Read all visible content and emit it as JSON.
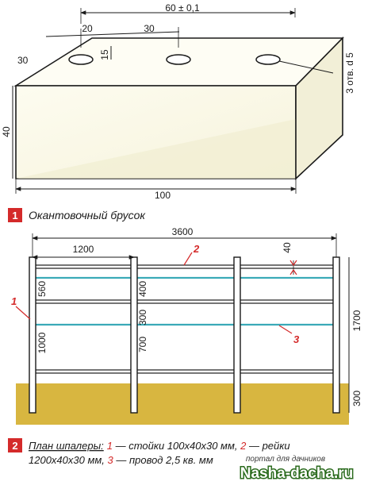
{
  "figure1": {
    "number": "1",
    "caption": "Окантовочный брусок",
    "dims": {
      "top": "60 ± 0,1",
      "seg_left": "20",
      "seg_mid": "30",
      "hole_vertical": "15",
      "side": "30",
      "holes_note": "3 отв. d 5",
      "height": "40",
      "length": "100"
    }
  },
  "figure2": {
    "number": "2",
    "caption_prefix": "План шпалеры:",
    "n1": "1",
    "t1": " — стойки 100х40х30 мм, ",
    "n2": "2",
    "t2": " — рейки",
    "line2_pre": "1200х40х30 мм, ",
    "n3": "3",
    "t3": " — провод 2,5 кв. мм",
    "dims": {
      "total": "3600",
      "span": "1200",
      "rail": "40",
      "d560": "560",
      "d400": "400",
      "d300": "300",
      "d1000": "1000",
      "d700": "700",
      "h1700": "1700",
      "h300": "300"
    },
    "labels": {
      "post": "1",
      "rail": "2",
      "wire": "3"
    }
  },
  "watermark": {
    "line1": "портал для дачников",
    "line2": "Nasha-dacha.ru"
  },
  "colors": {
    "block_face": "#fbf9e6",
    "block_side": "#f3f1dc",
    "ground": "#d8b640",
    "wire": "#3aaab8",
    "accent": "#d42a2a"
  }
}
